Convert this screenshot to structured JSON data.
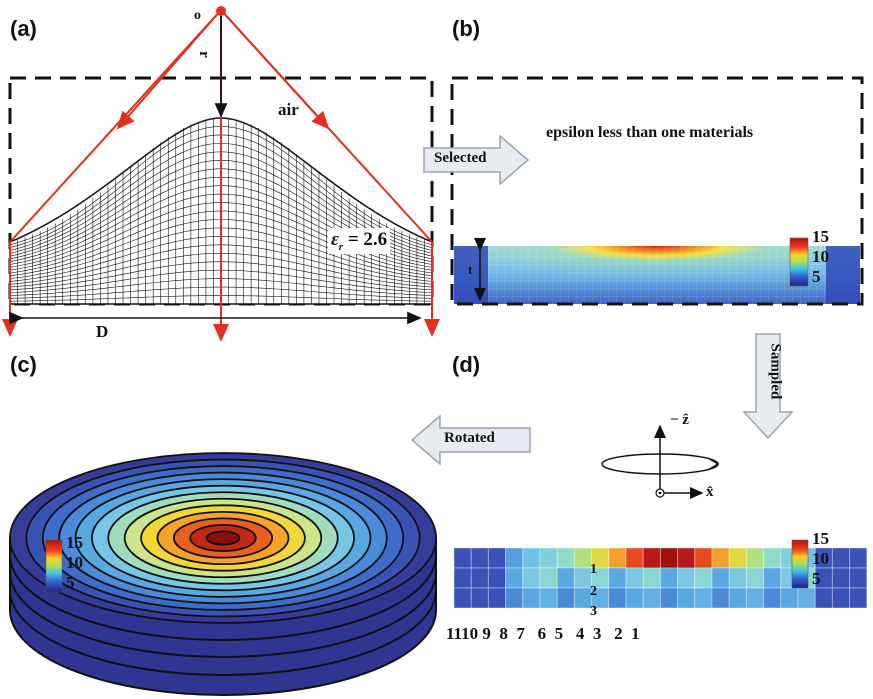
{
  "panels": {
    "a": {
      "label": "(a)",
      "origin_label": "o",
      "r_label": "r",
      "medium_label": "air",
      "eps_label": "εr = 2.6",
      "eps_symbol": "ε",
      "eps_sub": "r",
      "eps_value": "= 2.6",
      "d_label": "D"
    },
    "b": {
      "label": "(b)",
      "title": "epsilon less than one materials",
      "t_label": "t"
    },
    "c": {
      "label": "(c)"
    },
    "d": {
      "label": "(d)",
      "axis_z": "− ẑ",
      "axis_x": "x̂",
      "ring_numbers": "1110 9  8  7   6  5   4  3   2  1",
      "layer_numbers": [
        "1",
        "2",
        "3"
      ]
    }
  },
  "arrows": {
    "selected": "Selected",
    "sampled": "Sampled",
    "rotated": "Rotated"
  },
  "colorbar": {
    "ticks": [
      "15",
      "10",
      "5"
    ]
  },
  "colors": {
    "ray": "#e0301e",
    "dash": "#111111",
    "arrow_fill": "#e8ecf2",
    "arrow_stroke": "#9aa3ad"
  }
}
